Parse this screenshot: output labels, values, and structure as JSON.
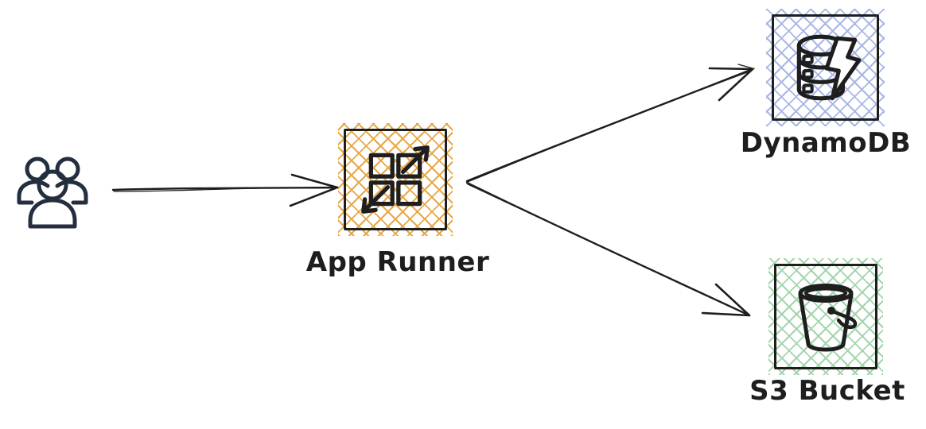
{
  "colors": {
    "background": "#ffffff",
    "stroke": "#1e1e1e",
    "users_icon": "#232f3e",
    "app_runner_fill": "#e8a33d",
    "dynamodb_fill": "#a5b4e4",
    "s3_fill": "#9fd3a8"
  },
  "diagram": {
    "title": "",
    "nodes": [
      {
        "id": "users",
        "icon": "users-icon",
        "label": ""
      },
      {
        "id": "app-runner",
        "icon": "app-runner-icon",
        "label": "App Runner",
        "fill": "#e8a33d"
      },
      {
        "id": "dynamodb",
        "icon": "dynamodb-icon",
        "label": "DynamoDB",
        "fill": "#a5b4e4"
      },
      {
        "id": "s3-bucket",
        "icon": "s3-bucket-icon",
        "label": "S3 Bucket",
        "fill": "#9fd3a8"
      }
    ],
    "edges": [
      {
        "from": "users",
        "to": "app-runner"
      },
      {
        "from": "app-runner",
        "to": "dynamodb"
      },
      {
        "from": "app-runner",
        "to": "s3-bucket"
      }
    ]
  }
}
